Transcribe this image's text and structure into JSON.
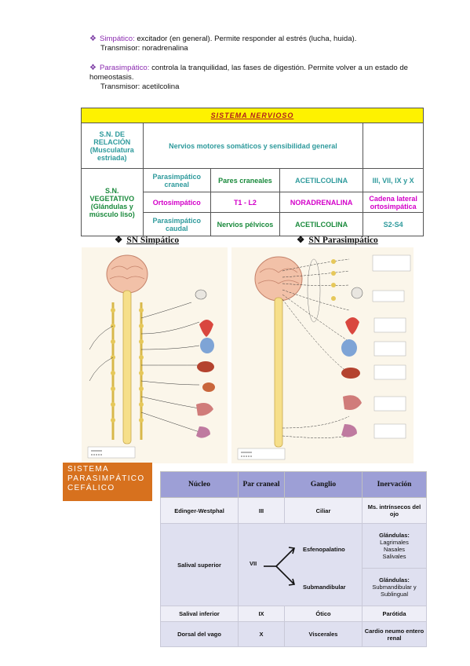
{
  "bullets": {
    "simpatico": {
      "term": "Simpático:",
      "text": " excitador (en general). Permite responder al estrés (lucha, huida).",
      "transmisor": "Transmisor: noradrenalina"
    },
    "parasimpatico": {
      "term": "Parasimpático:",
      "text": " controla la tranquilidad, las fases de digestión. Permite volver a un estado de homeostasis.",
      "transmisor": "Transmisor: acetilcolina"
    }
  },
  "sn_table": {
    "title": "SISTEMA NERVIOSO",
    "relacion_label": "S.N. DE RELACIÓN (Musculatura estriada)",
    "relacion_text": "Nervios motores somáticos y sensibilidad general",
    "vegetativo_label": "S.N. VEGETATIVO (Glándulas y músculo liso)",
    "rows": [
      {
        "division": "Parasimpático craneal",
        "via": "Pares craneales",
        "transmisor": "ACETILCOLINA",
        "nivel": "III, VII, IX y X"
      },
      {
        "division": "Ortosimpático",
        "via": "T1 - L2",
        "transmisor": "NORADRENALINA",
        "nivel": "Cadena lateral ortosimpática"
      },
      {
        "division": "Parasimpático caudal",
        "via": "Nervios pélvicos",
        "transmisor": "ACETILCOLINA",
        "nivel": "S2-S4"
      }
    ]
  },
  "figures": {
    "simpatico_heading": "SN Simpático",
    "parasimpatico_heading": "SN Parasimpático"
  },
  "orange_label": "SISTEMA PARASIMPÁTICO CEFÁLICO",
  "cef_table": {
    "headers": [
      "Núcleo",
      "Par craneal",
      "Ganglio",
      "Inervación"
    ],
    "edinger": {
      "nucleo": "Edinger-Westphal",
      "par": "III",
      "ganglio": "Ciliar",
      "inervacion": "Ms. intrínsecos del ojo"
    },
    "salival_superior": {
      "nucleo": "Salival superior",
      "par": "VII",
      "ganglio_1": "Esfenopalatino",
      "ganglio_2": "Submandibular",
      "inervacion_1_title": "Glándulas:",
      "inervacion_1_items": [
        "Lagrimales",
        "Nasales",
        "Salivales"
      ],
      "inervacion_2_title": "Glándulas:",
      "inervacion_2_items": [
        "Submandibular y",
        "Sublingual"
      ]
    },
    "salival_inferior": {
      "nucleo": "Salival inferior",
      "par": "IX",
      "ganglio": "Ótico",
      "inervacion": "Parótida"
    },
    "dorsal_vago": {
      "nucleo": "Dorsal del vago",
      "par": "X",
      "ganglio": "Viscerales",
      "inervacion": "Cardio neumo entero renal"
    }
  }
}
